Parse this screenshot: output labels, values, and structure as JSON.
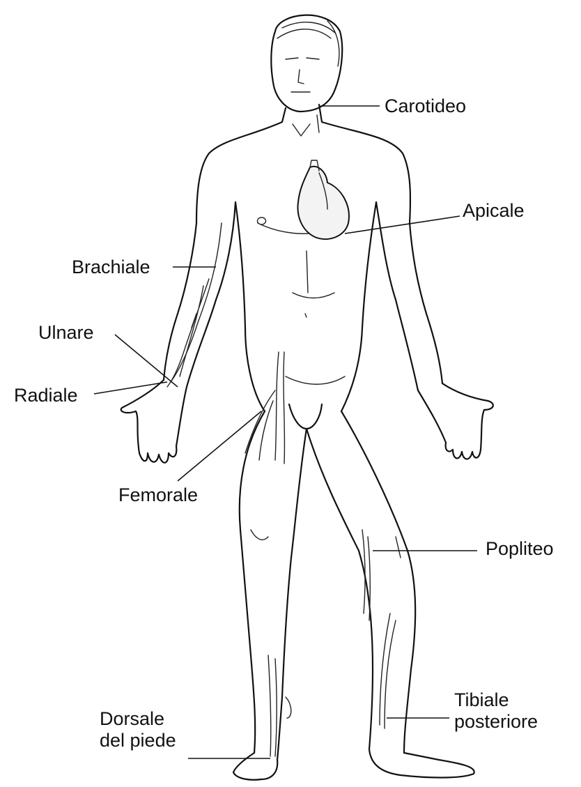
{
  "labels": {
    "carotid": "Carotideo",
    "apical": "Apicale",
    "brachial": "Brachiale",
    "ulnar": "Ulnare",
    "radial": "Radiale",
    "femoral": "Femorale",
    "popliteal": "Popliteo",
    "posterior_tibial_line1": "Tibiale",
    "posterior_tibial_line2": "posteriore",
    "dorsalis_pedis_line1": "Dorsale",
    "dorsalis_pedis_line2": "del piede"
  }
}
